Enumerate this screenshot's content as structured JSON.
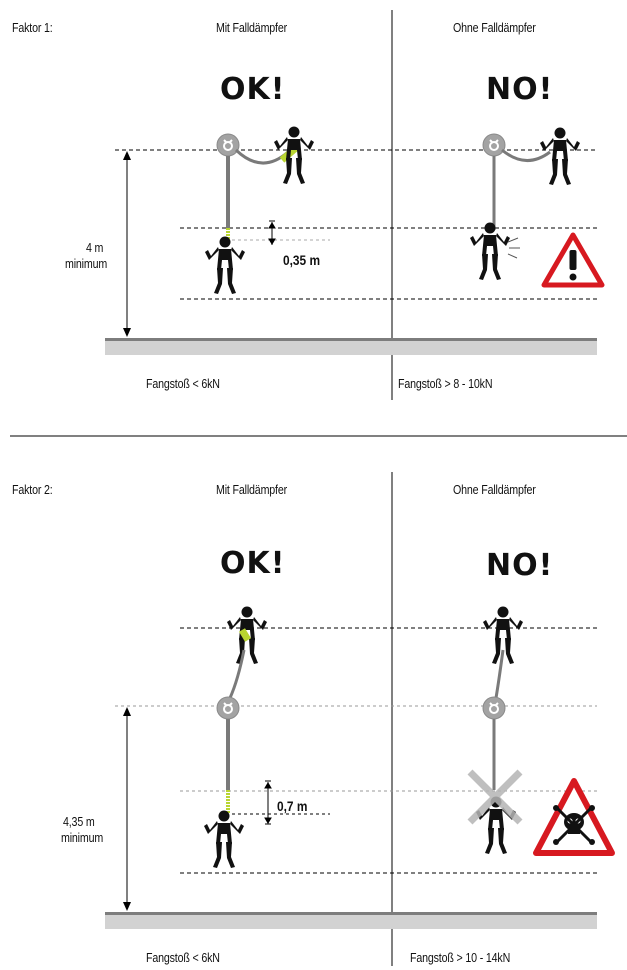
{
  "panels": [
    {
      "factor_label": "Faktor 1:",
      "with_label": "Mit Falldämpfer",
      "without_label": "Ohne Falldämpfer",
      "ok_text": "OK!",
      "no_text": "NO!",
      "height_value": "4 m",
      "height_note": "minimum",
      "absorber_extension": "0,35 m",
      "force_with": "Fangstoß < 6kN",
      "force_without": "Fangstoß > 8 - 10kN",
      "warning_type": "exclamation"
    },
    {
      "factor_label": "Faktor 2:",
      "with_label": "Mit Falldämpfer",
      "without_label": "Ohne Falldämpfer",
      "ok_text": "OK!",
      "no_text": "NO!",
      "height_value": "4,35 m",
      "height_note": "minimum",
      "absorber_extension": "0,7 m",
      "force_with": "Fangstoß < 6kN",
      "force_without": "Fangstoß > 10 - 14kN",
      "warning_type": "skull"
    }
  ],
  "colors": {
    "absorber": "#b9d531",
    "rope": "#7a7a7a",
    "anchor": "#9a9a9a",
    "warning_red": "#d71920",
    "ground": "#c8c8c8"
  }
}
